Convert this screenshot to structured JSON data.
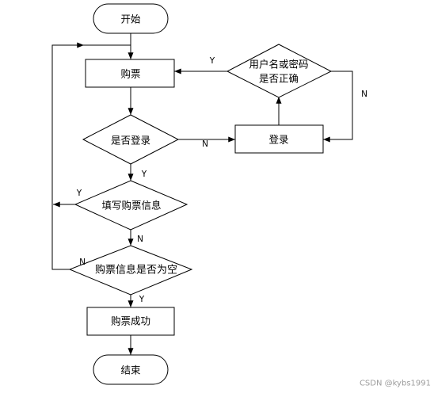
{
  "flowchart": {
    "nodes": {
      "start": "开始",
      "buy_ticket": "购票",
      "is_logged_in": "是否登录",
      "login": "登录",
      "credentials_check": {
        "line1": "用户名或密码",
        "line2": "是否正确"
      },
      "fill_ticket_info": "填写购票信息",
      "ticket_info_empty": "购票信息是否为空",
      "purchase_success": "购票成功",
      "end": "结束"
    },
    "edge_labels": {
      "logged_in_yes": "Y",
      "logged_in_no": "N",
      "credentials_yes": "Y",
      "credentials_no": "N",
      "fill_info_yes": "Y",
      "fill_info_no": "N",
      "info_empty_no": "N",
      "info_empty_yes": "Y"
    }
  },
  "watermark": "CSDN @kybs1991"
}
